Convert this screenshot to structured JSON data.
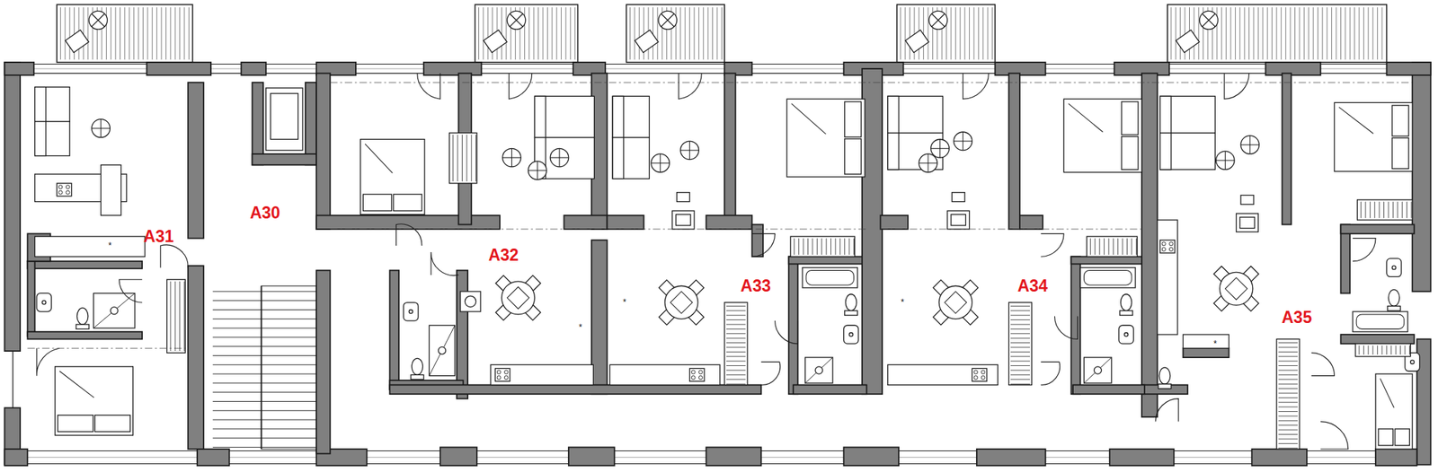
{
  "diagram": {
    "labels": [
      "A31",
      "A30",
      "A32",
      "A33",
      "A34",
      "A35",
      "*",
      "*",
      "*",
      "*",
      "*"
    ]
  }
}
